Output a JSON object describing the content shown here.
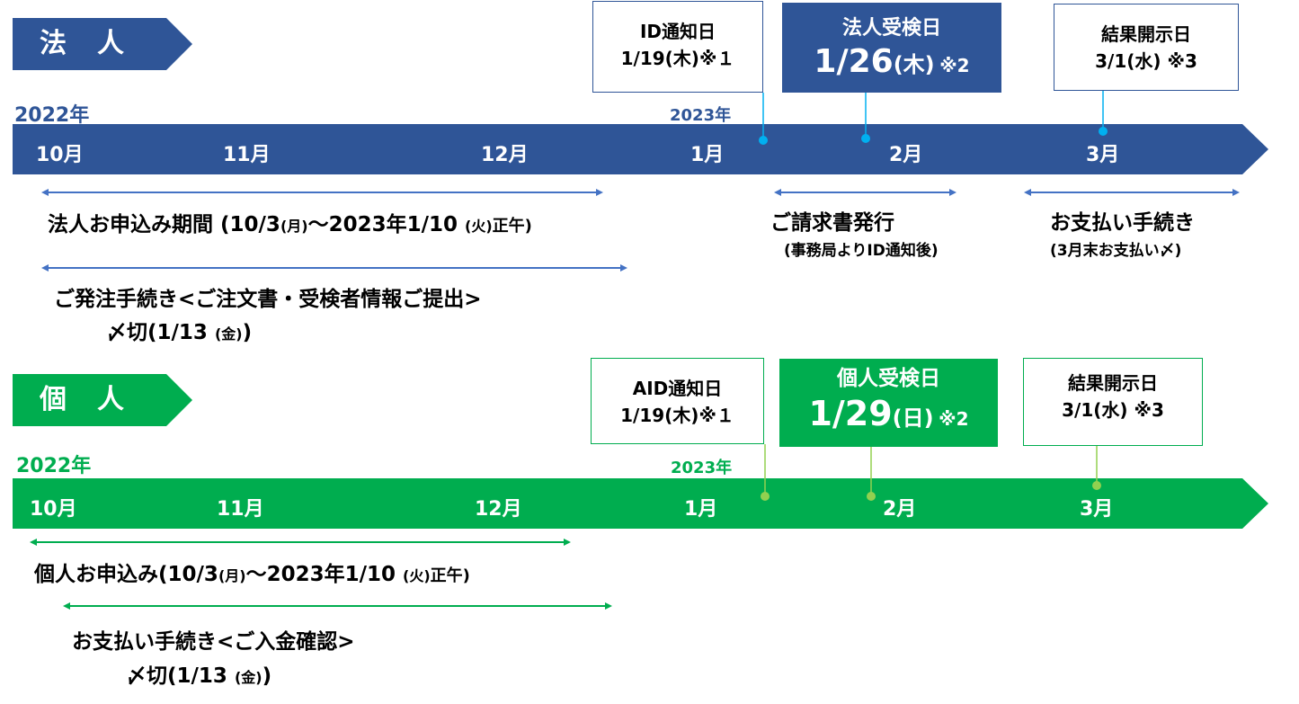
{
  "colors": {
    "corporate": "#2F5597",
    "individual": "#00AD4F",
    "individual_line": "#92D050",
    "corporate_line": "#00B0F0"
  },
  "corporate": {
    "tag": "法　人",
    "year_start": "2022年",
    "year_next": "2023年",
    "months": [
      "10月",
      "11月",
      "12月",
      "1月",
      "2月",
      "3月"
    ],
    "id_box": {
      "title": "ID通知日",
      "date": "1/19(木)※１"
    },
    "exam_box": {
      "title": "法人受検日",
      "date": "1/26",
      "dow": "(木)",
      "note": "※2"
    },
    "result_box": {
      "title": "結果開示日",
      "date": "3/1(水)",
      "note": "※3"
    },
    "application": {
      "main": "法人お申込み期間 (10/3",
      "d1": "(月)",
      "mid": "～2023年1/10 ",
      "d2": "(火)",
      "end": "正午)"
    },
    "order": {
      "line1": "ご発注手続き<ご注文書・受検者情報ご提出>",
      "line2_a": "〆切(1/13 ",
      "line2_b": "(金)",
      "line2_c": ")"
    },
    "invoice": {
      "title": "ご請求書発行",
      "sub": "(事務局よりID通知後)"
    },
    "payment": {
      "title": "お支払い手続き",
      "sub": "(3月末お支払い〆)"
    }
  },
  "individual": {
    "tag": "個　人",
    "year_start": "2022年",
    "year_next": "2023年",
    "months": [
      "10月",
      "11月",
      "12月",
      "1月",
      "2月",
      "3月"
    ],
    "id_box": {
      "title": "AID通知日",
      "date": "1/19(木)※１"
    },
    "exam_box": {
      "title": "個人受検日",
      "date": "1/29",
      "dow": "(日)",
      "note": "※2"
    },
    "result_box": {
      "title": "結果開示日",
      "date": "3/1(水)",
      "note": "※3"
    },
    "application": {
      "main": "個人お申込み(10/3",
      "d1": "(月)",
      "mid": "～2023年1/10 ",
      "d2": "(火)",
      "end": "正午)"
    },
    "payment": {
      "line1": "お支払い手続き<ご入金確認>",
      "line2_a": "〆切(1/13 ",
      "line2_b": "(金)",
      "line2_c": ")"
    }
  }
}
